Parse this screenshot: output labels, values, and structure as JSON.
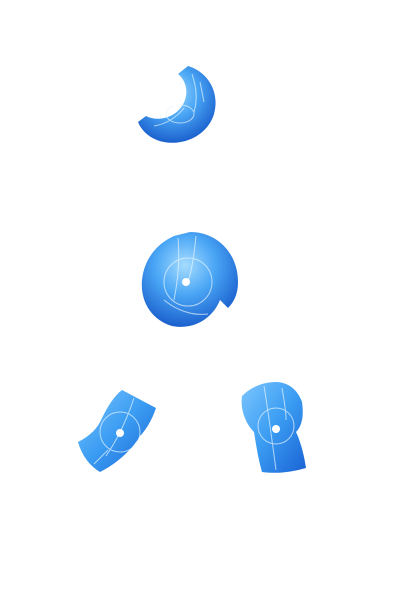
{
  "puzzle": {
    "pieces": [
      {
        "id": "top",
        "depicts": "pelvis-and-spine-xray",
        "shape": "crescent"
      },
      {
        "id": "center",
        "depicts": "hip-joint-xray",
        "shape": "spiral"
      },
      {
        "id": "bottom-left",
        "depicts": "knee-joint-xray",
        "shape": "wedge"
      },
      {
        "id": "bottom-right",
        "depicts": "leg-bone-xray",
        "shape": "wedge"
      }
    ],
    "colors": {
      "background": "#ffffff",
      "piece_light": "#8fd0ff",
      "piece_mid": "#3a9cf2",
      "piece_dark": "#1456c8",
      "handle": "#ffffff",
      "bone_line": "#e6f5ff"
    }
  }
}
